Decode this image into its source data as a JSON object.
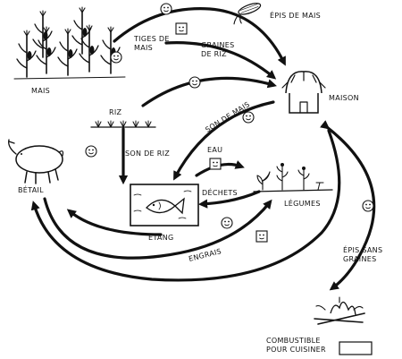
{
  "nodes": {
    "mais": "MAIS",
    "riz": "RIZ",
    "betail": "BÉTAIL",
    "etang": "ÉTANG",
    "legumes": "LÉGUMES",
    "maison": "MAISON",
    "combustible": "COMBUSTIBLE\nPOUR CUISINER"
  },
  "flows": {
    "epis_de_mais": "ÉPIS DE MAIS",
    "tiges_de_mais": "TIGES DE\nMAIS",
    "graines_de_riz": "GRAINES\nDE RIZ",
    "son_de_mais": "SON DE MAIS",
    "son_de_riz": "SON DE RIZ",
    "eau": "EAU",
    "dechets": "DÉCHETS",
    "engrais": "ENGRAIS",
    "epis_sans_graines": "ÉPIS SANS\nGRAINES"
  },
  "icons": {
    "mood": "smiley-face-icon",
    "mais": "corn-plants-icon",
    "riz": "rice-plants-icon",
    "betail": "pig-icon",
    "etang": "fish-icon",
    "legumes": "vegetable-plants-icon",
    "maison": "house-icon",
    "combustible": "firewood-icon",
    "epis_de_mais": "corn-cob-icon"
  }
}
